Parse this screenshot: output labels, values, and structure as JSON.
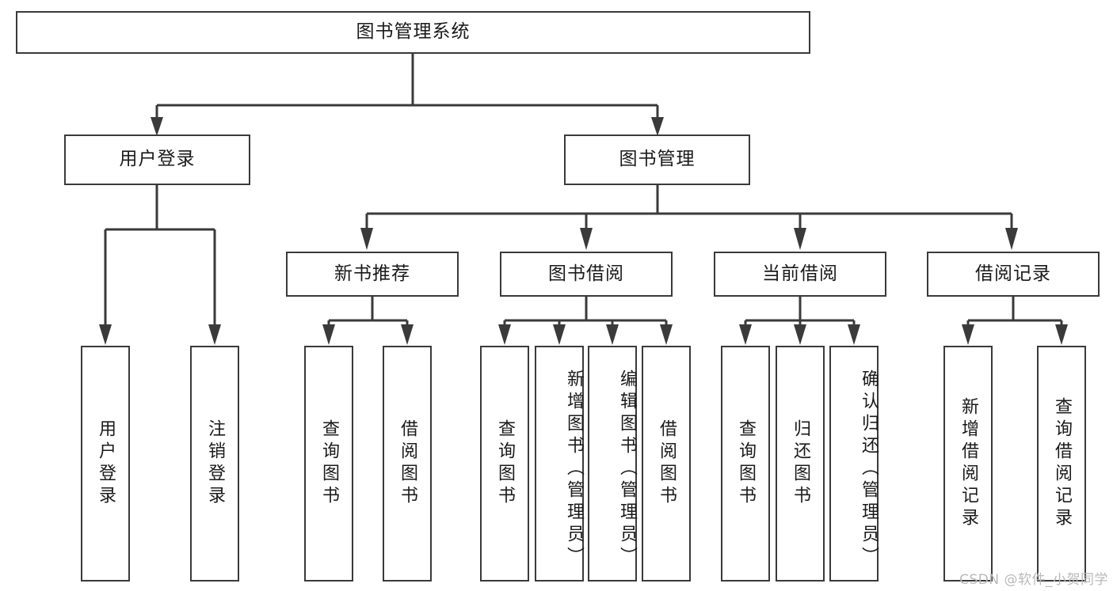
{
  "diagram": {
    "type": "tree-hierarchy-chart",
    "title": "图书管理系统",
    "watermark": "CSDN @软件_小贺同学",
    "colors": {
      "box_border": "#3a3a3a",
      "box_fill": "#ffffff",
      "text": "#1a1a1a",
      "connector": "#3a3a3a",
      "watermark": "#b9b9b9",
      "background": "#ffffff"
    },
    "levels": {
      "root": {
        "label": "图书管理系统"
      },
      "level2": [
        {
          "id": "user-login",
          "label": "用户登录"
        },
        {
          "id": "book-management",
          "label": "图书管理"
        }
      ],
      "level3": [
        {
          "id": "new-book-recommend",
          "label": "新书推荐",
          "parent": "book-management"
        },
        {
          "id": "book-borrow",
          "label": "图书借阅",
          "parent": "book-management"
        },
        {
          "id": "current-borrow",
          "label": "当前借阅",
          "parent": "book-management"
        },
        {
          "id": "borrow-record",
          "label": "借阅记录",
          "parent": "book-management"
        }
      ],
      "leaves": [
        {
          "id": "leaf-user-login",
          "label": "用户登录",
          "parent": "user-login"
        },
        {
          "id": "leaf-logout",
          "label": "注销登录",
          "parent": "user-login"
        },
        {
          "id": "leaf-query-book-1",
          "label": "查询图书",
          "parent": "new-book-recommend"
        },
        {
          "id": "leaf-borrow-book-1",
          "label": "借阅图书",
          "parent": "new-book-recommend"
        },
        {
          "id": "leaf-query-book-2",
          "label": "查询图书",
          "parent": "book-borrow"
        },
        {
          "id": "leaf-add-book",
          "label": "新增图书（管理员）",
          "parent": "book-borrow"
        },
        {
          "id": "leaf-edit-book",
          "label": "编辑图书（管理员）",
          "parent": "book-borrow"
        },
        {
          "id": "leaf-borrow-book-2",
          "label": "借阅图书",
          "parent": "book-borrow"
        },
        {
          "id": "leaf-query-book-3",
          "label": "查询图书",
          "parent": "current-borrow"
        },
        {
          "id": "leaf-return-book",
          "label": "归还图书",
          "parent": "current-borrow"
        },
        {
          "id": "leaf-confirm-return",
          "label": "确认归还（管理员）",
          "parent": "current-borrow"
        },
        {
          "id": "leaf-add-record",
          "label": "新增借阅记录",
          "parent": "borrow-record"
        },
        {
          "id": "leaf-query-record",
          "label": "查询借阅记录",
          "parent": "borrow-record"
        }
      ]
    }
  }
}
